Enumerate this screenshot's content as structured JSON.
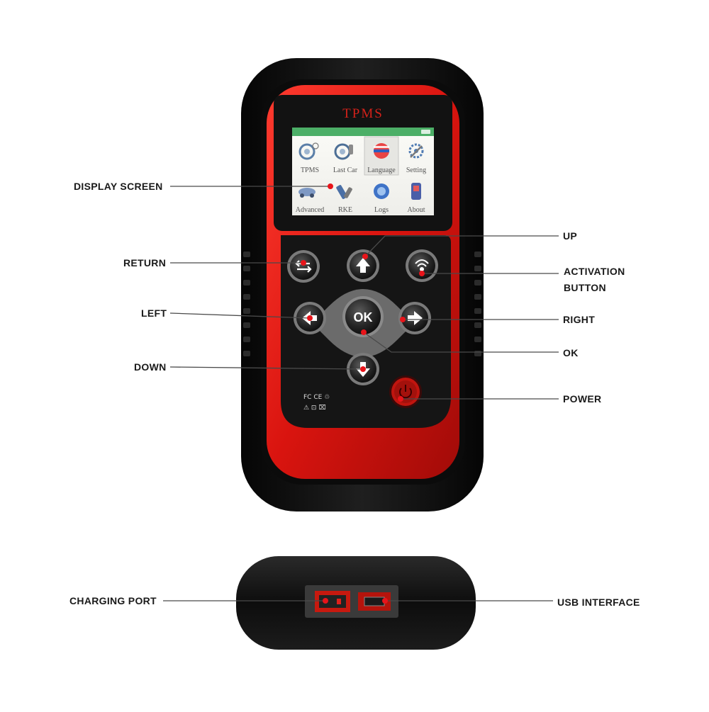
{
  "device": {
    "brand_label": "TPMS",
    "screen_menu": [
      {
        "label": "TPMS",
        "icon": "tire-sensor-icon"
      },
      {
        "label": "Last Car",
        "icon": "car-wheel-icon"
      },
      {
        "label": "Language",
        "icon": "flag-globe-icon"
      },
      {
        "label": "Setting",
        "icon": "gear-wrench-icon"
      },
      {
        "label": "Advanced",
        "icon": "advanced-car-icon"
      },
      {
        "label": "RKE",
        "icon": "remote-key-icon"
      },
      {
        "label": "Logs",
        "icon": "logs-globe-icon"
      },
      {
        "label": "About",
        "icon": "device-icon"
      }
    ],
    "ok_label": "OK",
    "cert_marks_line1": "FC CE ♲",
    "cert_marks_line2": "⚠ ⊡ ⌧"
  },
  "callouts": {
    "display_screen": "DISPLAY SCREEN",
    "up": "UP",
    "return": "RETURN",
    "activation_line1": "ACTIVATION",
    "activation_line2": "BUTTON",
    "left": "LEFT",
    "right": "RIGHT",
    "ok": "OK",
    "down": "DOWN",
    "power": "POWER",
    "charging_port": "CHARGING PORT",
    "usb_interface": "USB INTERFACE"
  },
  "colors": {
    "accent_red": "#e0201b",
    "callout_dot": "#e8141a",
    "body_black": "#141414"
  }
}
